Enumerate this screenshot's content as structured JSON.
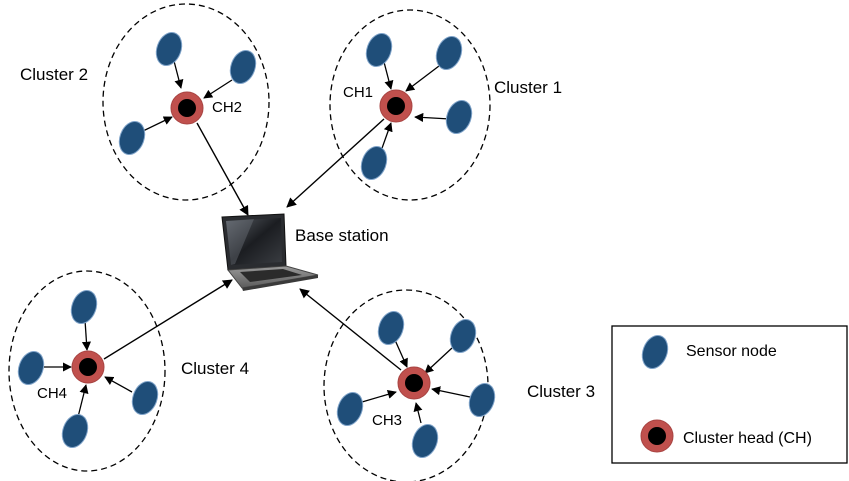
{
  "clusters": [
    {
      "label": "Cluster 1",
      "head_label": "CH1"
    },
    {
      "label": "Cluster 2",
      "head_label": "CH2"
    },
    {
      "label": "Cluster 3",
      "head_label": "CH3"
    },
    {
      "label": "Cluster 4",
      "head_label": "CH4"
    }
  ],
  "base_station": {
    "label": "Base station"
  },
  "legend": {
    "sensor_node_label": "Sensor node",
    "cluster_head_label": "Cluster head (CH)"
  },
  "colors": {
    "sensor_node": "#1f4e79",
    "cluster_head_ring": "#c0504d",
    "cluster_head_core": "#000000"
  }
}
